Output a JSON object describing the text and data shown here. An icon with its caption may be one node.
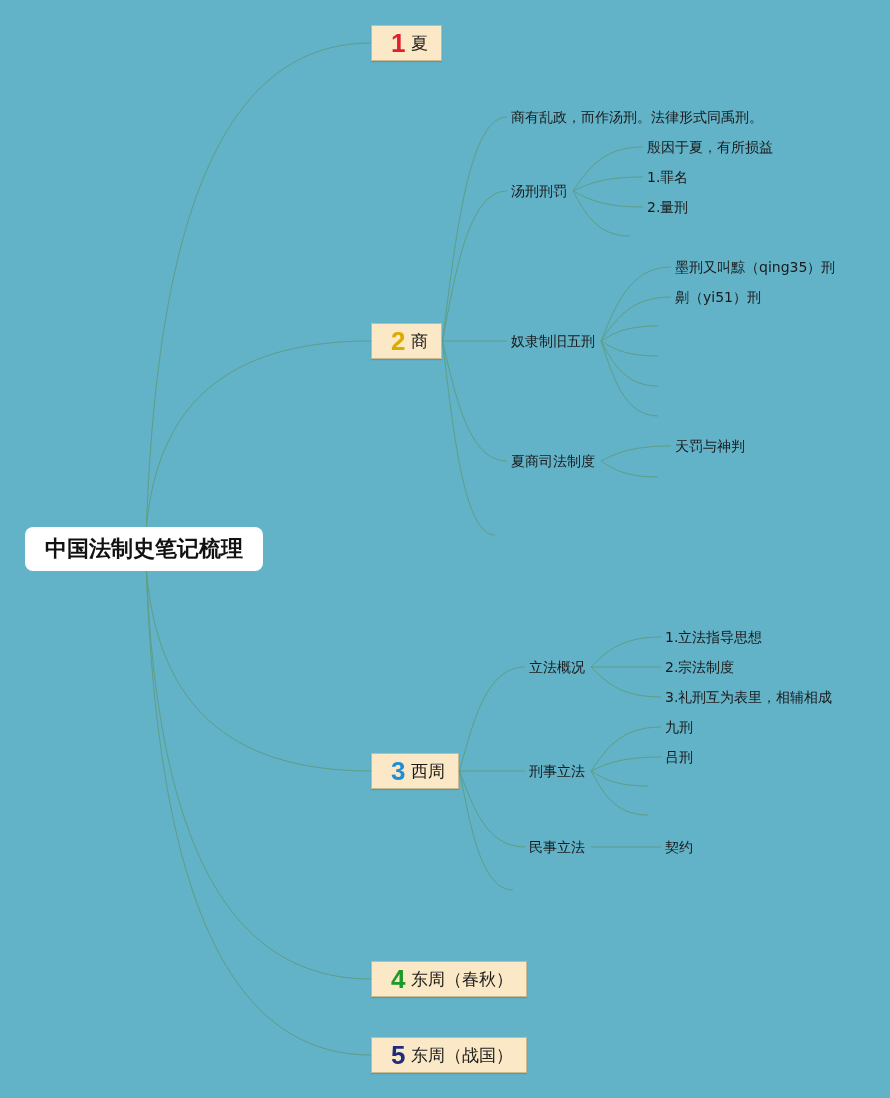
{
  "diagram": {
    "nodes": [
      {
        "text": [
          "中国法制史笔记梳理"
        ]
      },
      {
        "text": [
          "1",
          "夏"
        ]
      },
      {
        "text": [
          "2",
          "商"
        ]
      },
      {
        "text": [
          "商有乱政，而作汤刑。法律形式同禹刑。"
        ]
      },
      {
        "text": [
          "汤刑刑罚"
        ]
      },
      {
        "text": [
          "殷因于夏，有所损益"
        ]
      },
      {
        "text": [
          "1.罪名"
        ]
      },
      {
        "text": [
          "2.量刑"
        ]
      },
      {
        "text": [
          "奴隶制旧五刑"
        ]
      },
      {
        "text": [
          "墨刑又叫黥（qing35）刑"
        ]
      },
      {
        "text": [
          "劓（yi51）刑"
        ]
      },
      {
        "text": [
          "夏商司法制度"
        ]
      },
      {
        "text": [
          "天罚与神判"
        ]
      },
      {
        "text": [
          "3",
          "西周"
        ]
      },
      {
        "text": [
          "立法概况"
        ]
      },
      {
        "text": [
          "1.立法指导思想"
        ]
      },
      {
        "text": [
          "2.宗法制度"
        ]
      },
      {
        "text": [
          "3.礼刑互为表里，相辅相成"
        ]
      },
      {
        "text": [
          "刑事立法"
        ]
      },
      {
        "text": [
          "九刑"
        ]
      },
      {
        "text": [
          "吕刑"
        ]
      },
      {
        "text": [
          "民事立法"
        ]
      },
      {
        "text": [
          "契约"
        ]
      },
      {
        "text": [
          "4",
          "东周（春秋）"
        ]
      },
      {
        "text": [
          "5",
          "东周（战国）"
        ]
      }
    ],
    "edges": [
      {
        "from": 0,
        "to": 1,
        "arrow": "none"
      },
      {
        "from": 0,
        "to": 2,
        "arrow": "none"
      },
      {
        "from": 2,
        "to": 3,
        "arrow": "none"
      },
      {
        "from": 2,
        "to": 4,
        "arrow": "none"
      },
      {
        "from": 4,
        "to": 5,
        "arrow": "none"
      },
      {
        "from": 4,
        "to": 6,
        "arrow": "none"
      },
      {
        "from": 4,
        "to": 7,
        "arrow": "none"
      },
      {
        "from": 4,
        "to": null,
        "arrow": "none"
      },
      {
        "from": 2,
        "to": 8,
        "arrow": "none"
      },
      {
        "from": 8,
        "to": 9,
        "arrow": "none"
      },
      {
        "from": 8,
        "to": 10,
        "arrow": "none"
      },
      {
        "from": 8,
        "to": null,
        "arrow": "none"
      },
      {
        "from": 8,
        "to": null,
        "arrow": "none"
      },
      {
        "from": 8,
        "to": null,
        "arrow": "none"
      },
      {
        "from": 8,
        "to": null,
        "arrow": "none"
      },
      {
        "from": 2,
        "to": 11,
        "arrow": "none"
      },
      {
        "from": 11,
        "to": 12,
        "arrow": "none"
      },
      {
        "from": 11,
        "to": null,
        "arrow": "none"
      },
      {
        "from": 2,
        "to": null,
        "arrow": "none"
      },
      {
        "from": 0,
        "to": 13,
        "arrow": "none"
      },
      {
        "from": 13,
        "to": 14,
        "arrow": "none"
      },
      {
        "from": 14,
        "to": 15,
        "arrow": "none"
      },
      {
        "from": 14,
        "to": 16,
        "arrow": "none"
      },
      {
        "from": 14,
        "to": 17,
        "arrow": "none"
      },
      {
        "from": 13,
        "to": 18,
        "arrow": "none"
      },
      {
        "from": 18,
        "to": 19,
        "arrow": "none"
      },
      {
        "from": 18,
        "to": 20,
        "arrow": "none"
      },
      {
        "from": 18,
        "to": null,
        "arrow": "none"
      },
      {
        "from": 18,
        "to": null,
        "arrow": "none"
      },
      {
        "from": 13,
        "to": 21,
        "arrow": "none"
      },
      {
        "from": 21,
        "to": 22,
        "arrow": "none"
      },
      {
        "from": 13,
        "to": null,
        "arrow": "none"
      },
      {
        "from": 0,
        "to": 23,
        "arrow": "none"
      },
      {
        "from": 0,
        "to": 24,
        "arrow": "none"
      }
    ]
  }
}
